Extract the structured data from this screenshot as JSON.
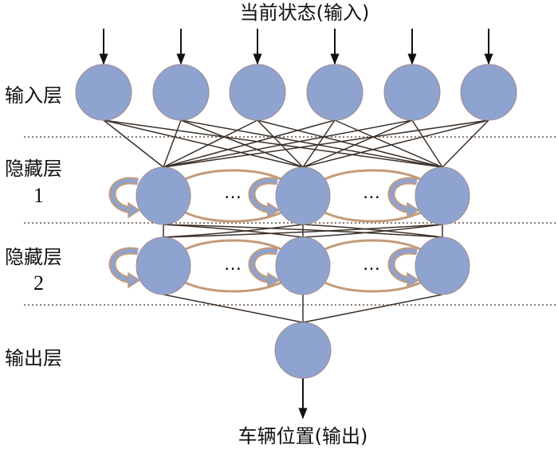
{
  "title": "当前状态(输入)",
  "output_label": "车辆位置(输出)",
  "layers": [
    {
      "name_line1": "输入层",
      "name_line2": "",
      "nodes": 6
    },
    {
      "name_line1": "隐藏层",
      "name_line2": "1",
      "nodes": 3,
      "recurrent": true,
      "ellipsis": "…"
    },
    {
      "name_line1": "隐藏层",
      "name_line2": "2",
      "nodes": 3,
      "recurrent": true,
      "ellipsis": "…"
    },
    {
      "name_line1": "输出层",
      "name_line2": "",
      "nodes": 1
    }
  ],
  "colors": {
    "node_fill": "#8fa3d0",
    "node_stroke": "#a08c8c",
    "edge": "#3a3028",
    "loop": "#c49a78",
    "loop_fill": "#8fa3d0",
    "divider": "#8a7a70",
    "arrow": "#111111"
  }
}
